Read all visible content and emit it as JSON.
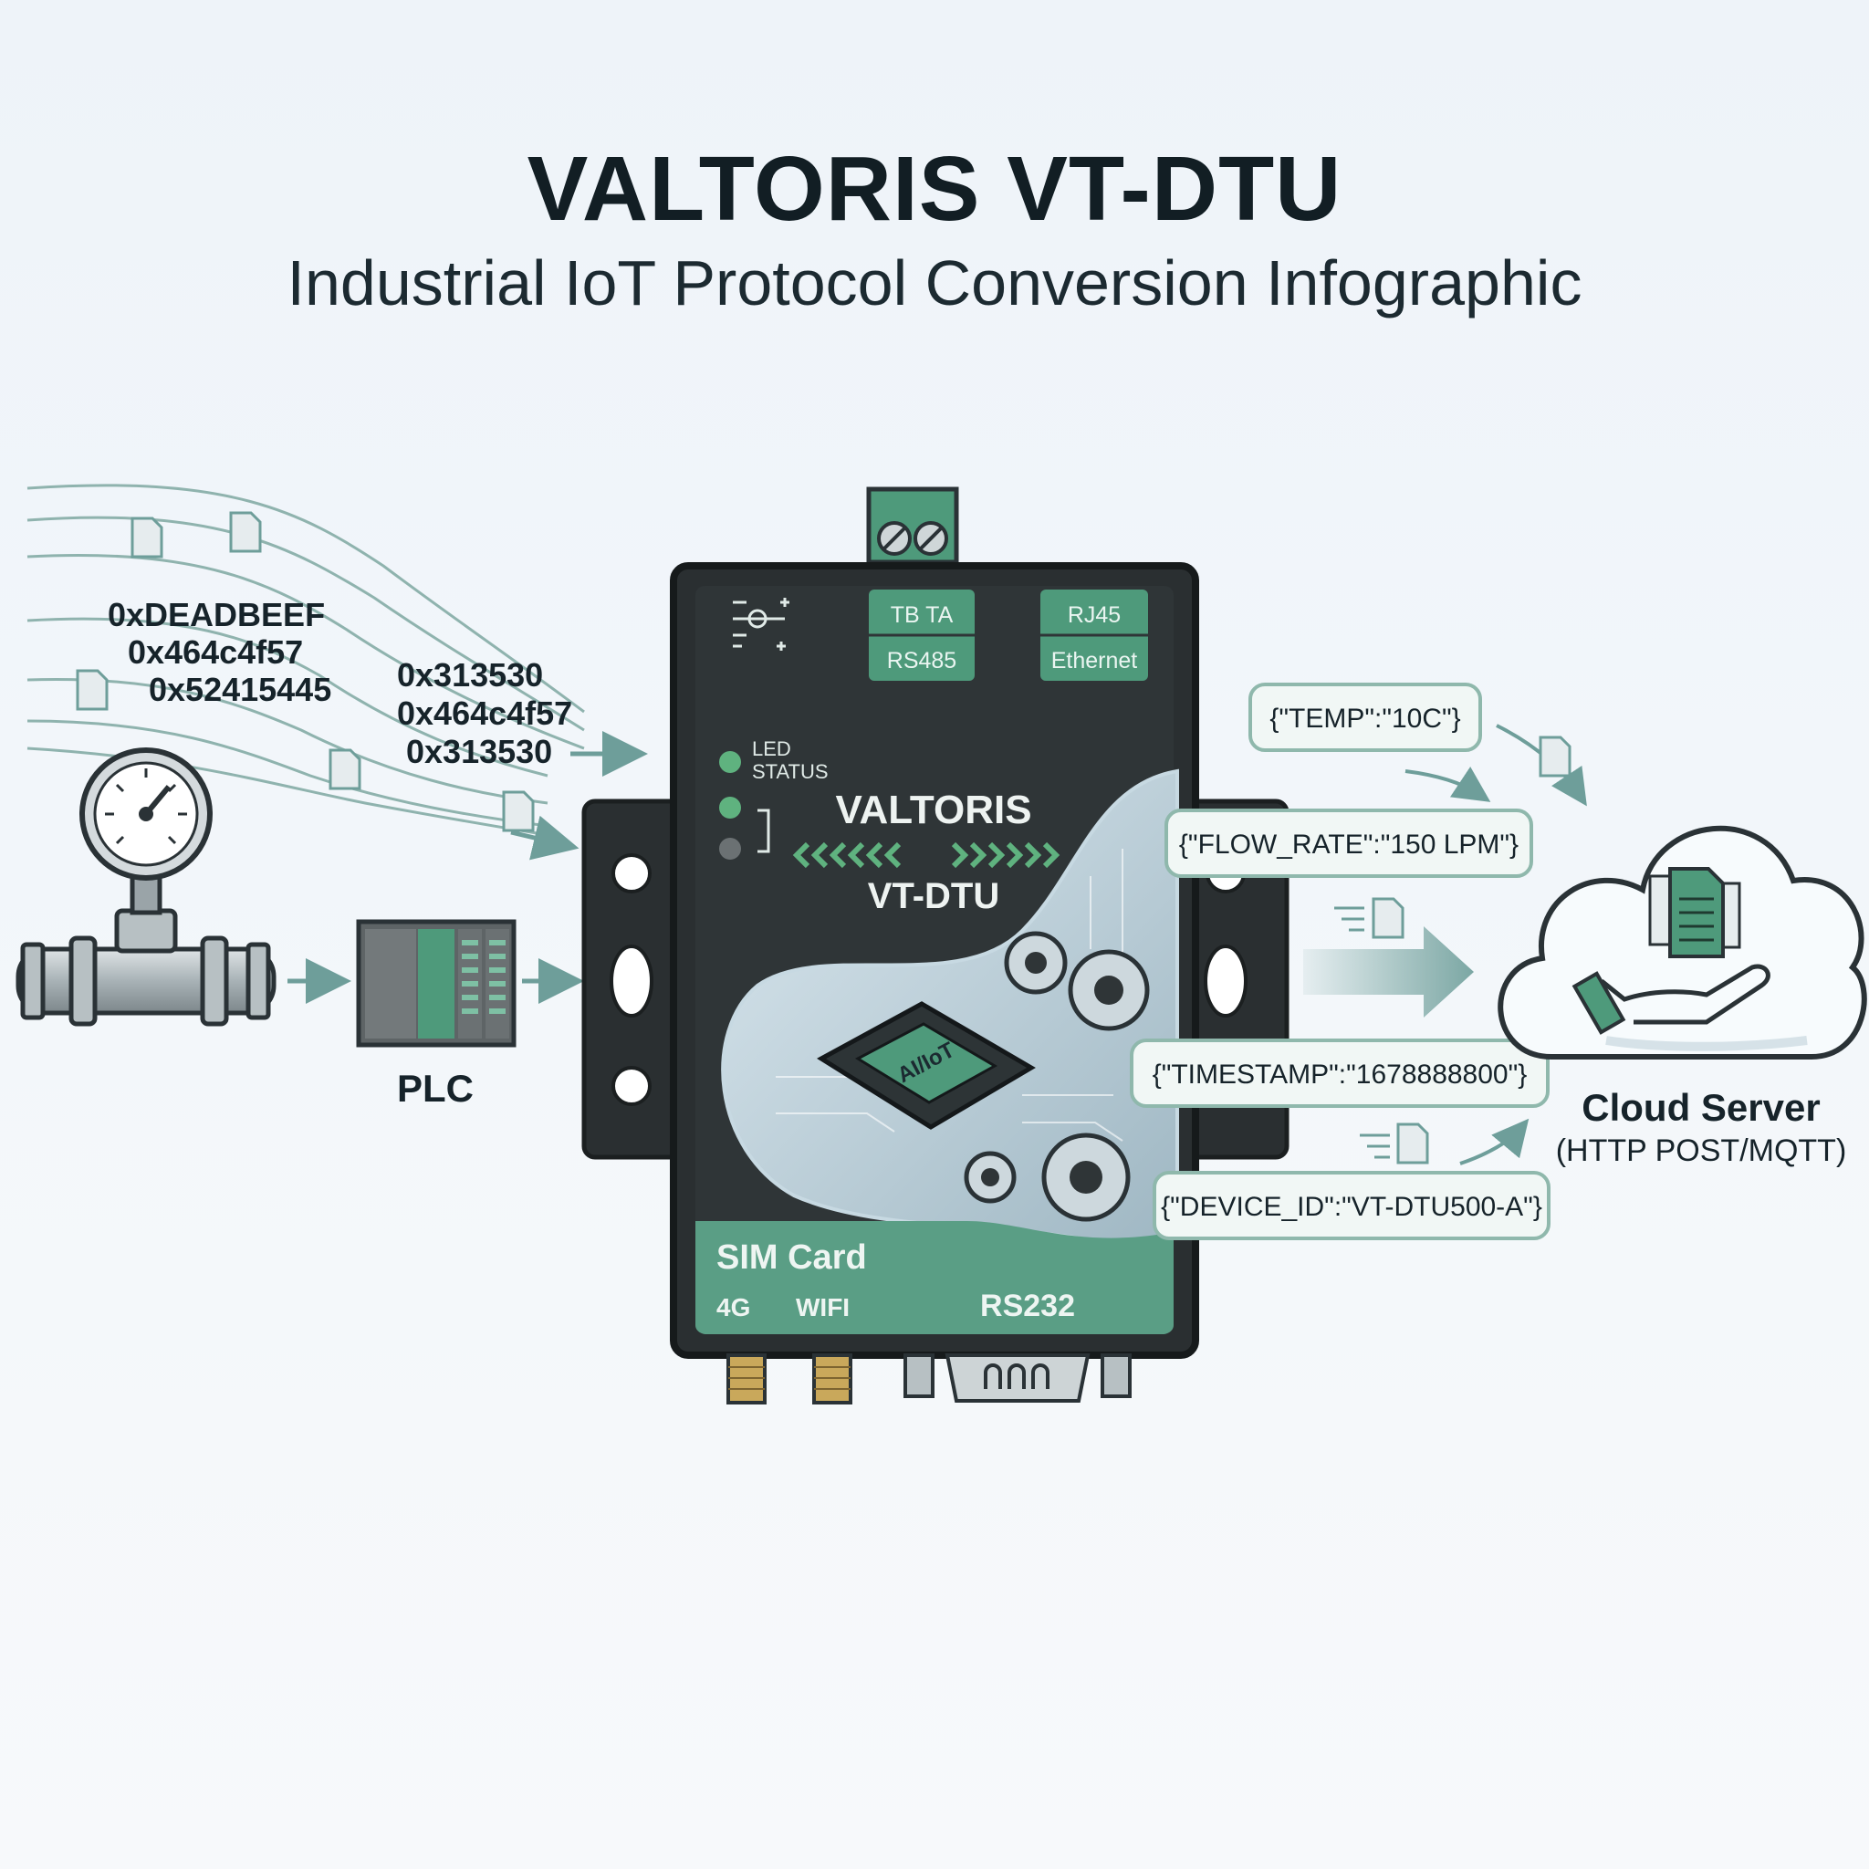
{
  "header": {
    "title": "VALTORIS VT-DTU",
    "subtitle": "Industrial IoT Protocol Conversion Infographic"
  },
  "input_stream": {
    "hex_left": [
      "0xDEADBEEF",
      "0x464c4f57",
      "0x52415445"
    ],
    "hex_right": [
      "0x313530",
      "0x464c4f57",
      "0x313530"
    ]
  },
  "sources": {
    "plc_label": "PLC"
  },
  "device": {
    "brand": "VALTORIS",
    "model": "VT-DTU",
    "chip_text": "AI/IoT",
    "led_label_line1": "LED",
    "led_label_line2": "STATUS",
    "ports_top": [
      {
        "top": "TB TA",
        "bottom": "RS485"
      },
      {
        "top": "RJ45",
        "bottom": "Ethernet"
      }
    ],
    "bottom_panel": {
      "sim": "SIM Card",
      "lte": "4G",
      "wifi": "WIFI",
      "serial": "RS232"
    }
  },
  "json_outputs": [
    "{\"TEMP\":\"10C\"}",
    "{\"FLOW_RATE\":\"150 LPM\"}",
    "{\"TIMESTAMP\":\"1678888800\"}",
    "{\"DEVICE_ID\":\"VT-DTU500-A\"}"
  ],
  "cloud": {
    "label": "Cloud Server",
    "protocol": "(HTTP POST/MQTT)"
  },
  "colors": {
    "accent_green": "#5a9e85",
    "device_body": "#2a2f31",
    "flow_teal": "#6e9e9a"
  }
}
